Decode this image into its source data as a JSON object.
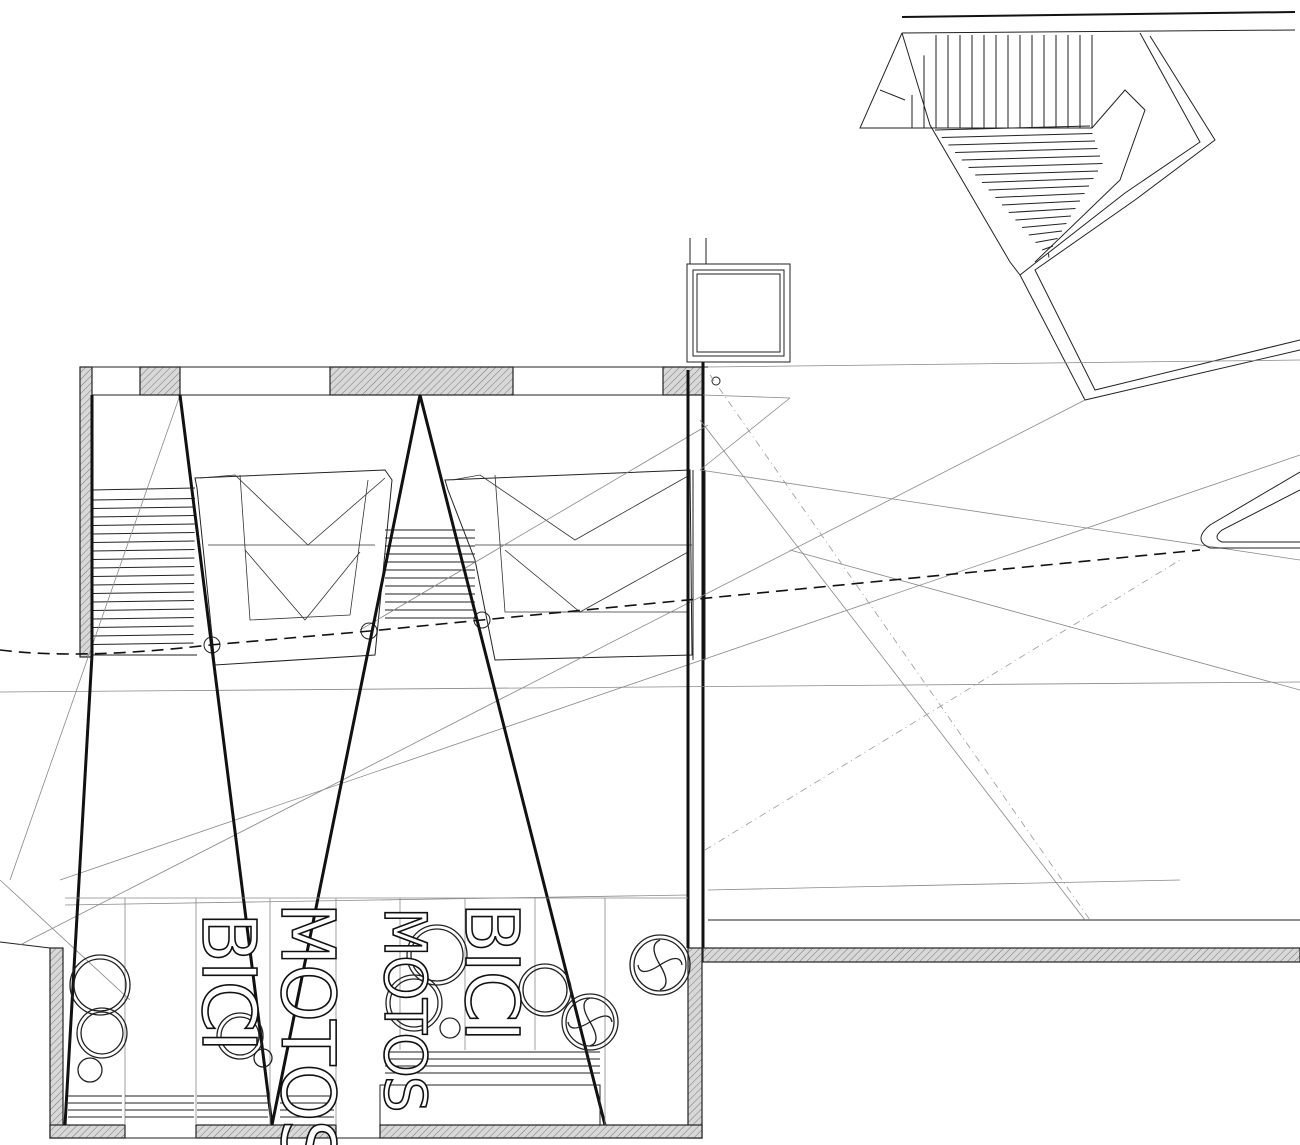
{
  "plan": {
    "floor_markings": [
      {
        "id": "bici-left",
        "text": "BICI"
      },
      {
        "id": "motos-left",
        "text": "MOTOS"
      },
      {
        "id": "motos-right",
        "text": "MOTOS"
      },
      {
        "id": "bici-right",
        "text": "BICI"
      }
    ],
    "colors": {
      "line": "#111111",
      "wall_fill": "#cfcfcf",
      "background": "#ffffff"
    },
    "elements": [
      "upper-stair",
      "lower-stair",
      "elevator-shaft",
      "ramp-left",
      "ramp-right",
      "trees",
      "parking-stripes"
    ]
  }
}
